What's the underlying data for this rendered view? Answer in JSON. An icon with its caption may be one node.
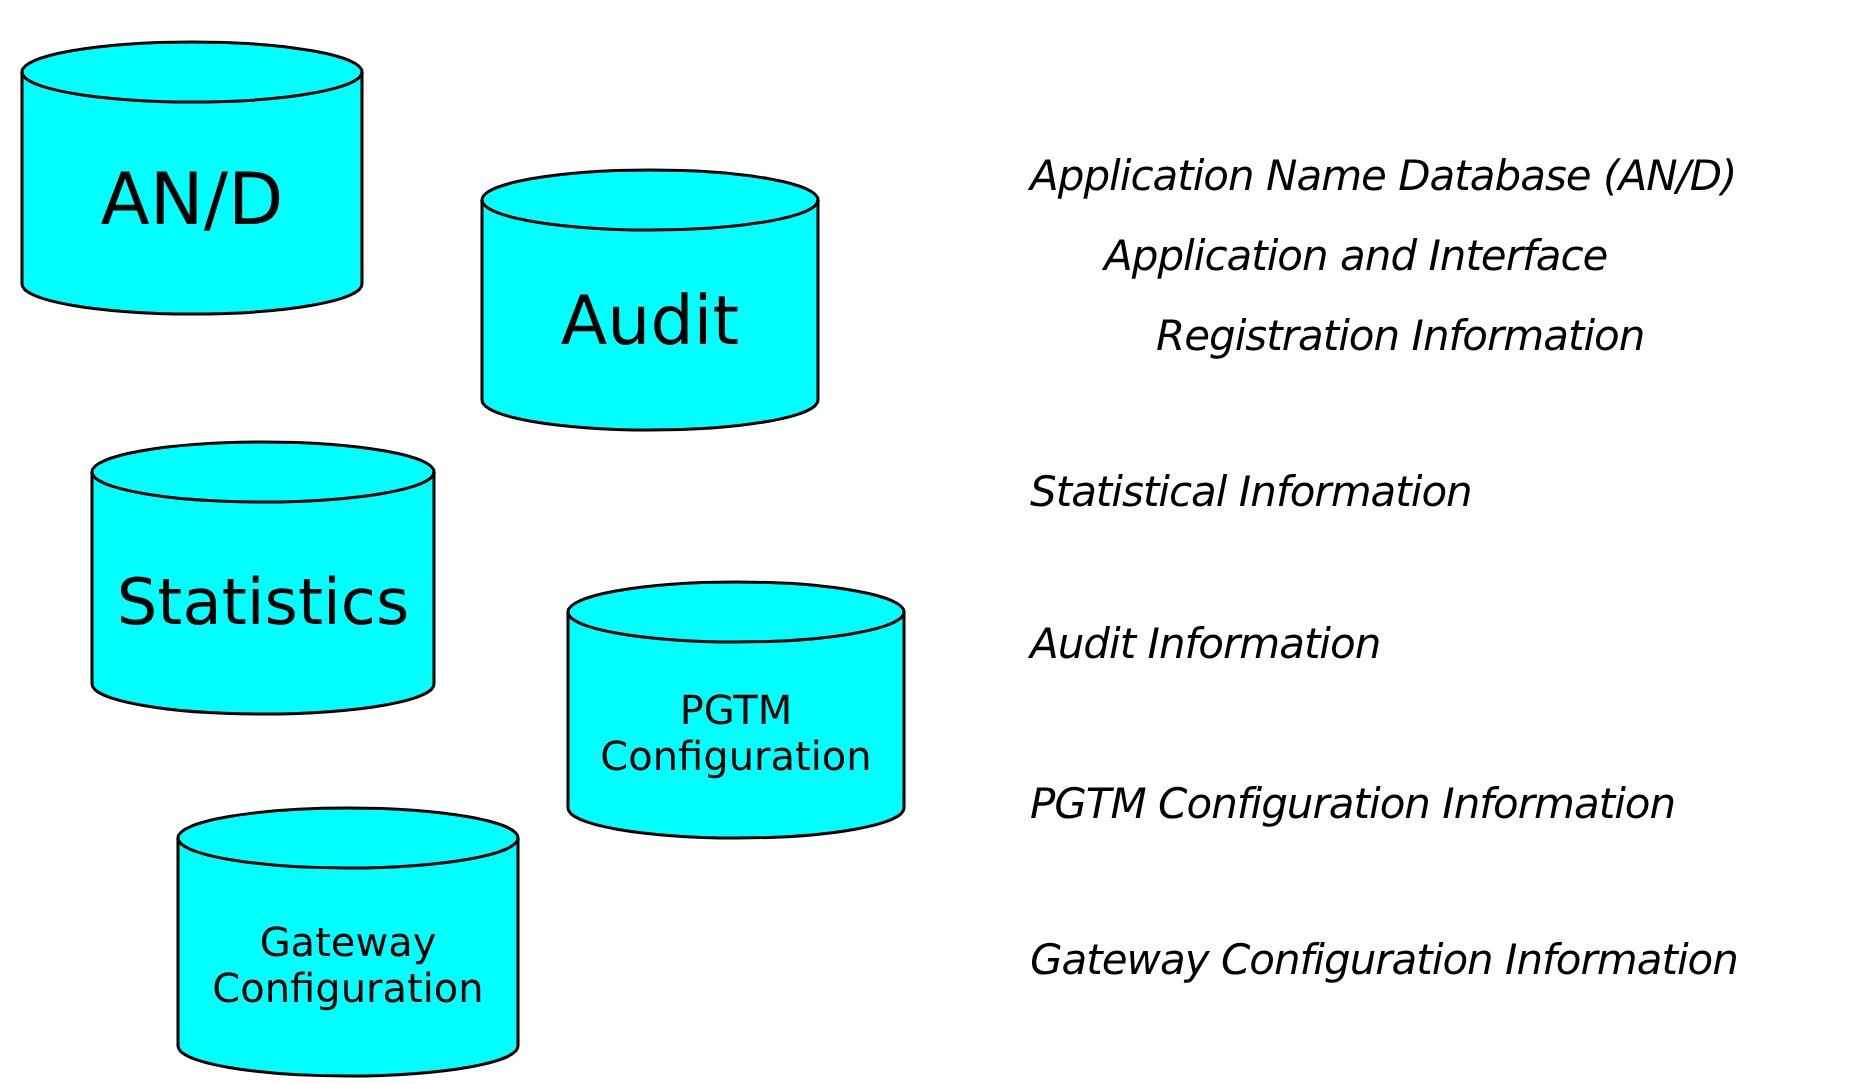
{
  "diagram": {
    "nodes": [
      {
        "text": [
          "AN/D"
        ]
      },
      {
        "text": [
          "Audit"
        ]
      },
      {
        "text": [
          "Statistics"
        ]
      },
      {
        "text": [
          "PGTM Configuration"
        ]
      },
      {
        "text": [
          "Gateway Configuration"
        ]
      }
    ],
    "labels": [
      "Application Name Database (AN/D)",
      "Application and Interface Registration Information",
      "Statistical Information",
      "Audit Information",
      "PGTM Configuration Information",
      "Gateway Configuration Information"
    ]
  }
}
